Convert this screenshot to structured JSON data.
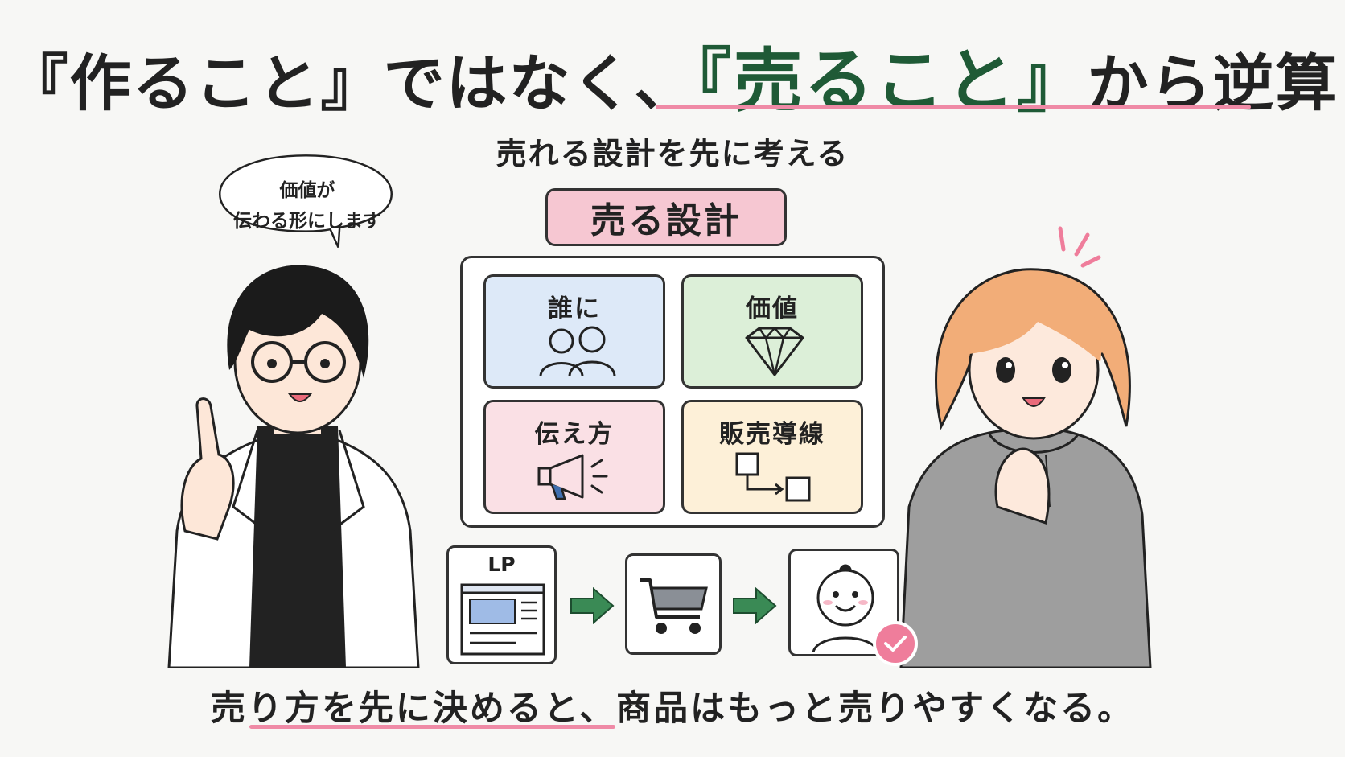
{
  "headline": {
    "prefix": "『作ること』ではなく、",
    "highlight": "『売ること』",
    "suffix": "から逆算",
    "highlight_color": "#1f5a36",
    "underline_color": "#ef8aa6"
  },
  "subtitle": "売れる設計を先に考える",
  "design_pill": "売る設計",
  "cards": [
    {
      "label": "誰に",
      "icon": "people-icon",
      "color": "#dde9f8"
    },
    {
      "label": "価値",
      "icon": "diamond-icon",
      "color": "#dcefd8"
    },
    {
      "label": "伝え方",
      "icon": "megaphone-icon",
      "color": "#fae0e5"
    },
    {
      "label": "販売導線",
      "icon": "flow-icon",
      "color": "#fdf0d8"
    }
  ],
  "flow": {
    "lp_label": "LP",
    "steps": [
      "lp-page-icon",
      "shopping-cart-icon",
      "happy-customer-icon"
    ],
    "arrow_color": "#3a8a55",
    "check_color": "#ef7d9b"
  },
  "speech": {
    "line1": "価値が",
    "line2": "伝わる形にします"
  },
  "tagline": {
    "emphasis": "売り方を先に決める",
    "rest": "と、商品はもっと売りやすくなる。"
  }
}
